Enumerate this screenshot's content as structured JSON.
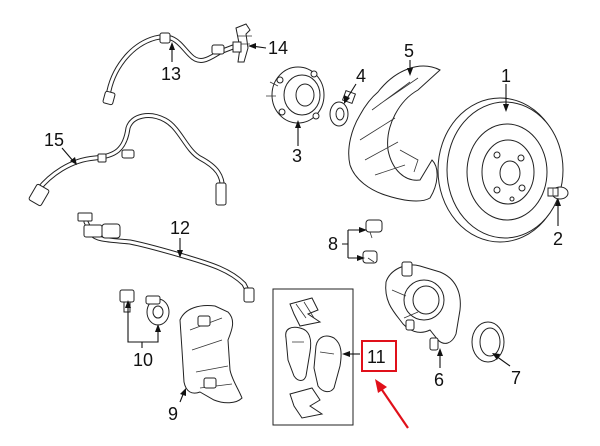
{
  "callouts": {
    "p1": "1",
    "p2": "2",
    "p3": "3",
    "p4": "4",
    "p5": "5",
    "p6": "6",
    "p7": "7",
    "p8": "8",
    "p9": "9",
    "p10": "10",
    "p11": "11",
    "p12": "12",
    "p13": "13",
    "p14": "14",
    "p15": "15"
  },
  "colors": {
    "highlight": "#e0101a",
    "line": "#111111",
    "background": "#ffffff"
  }
}
